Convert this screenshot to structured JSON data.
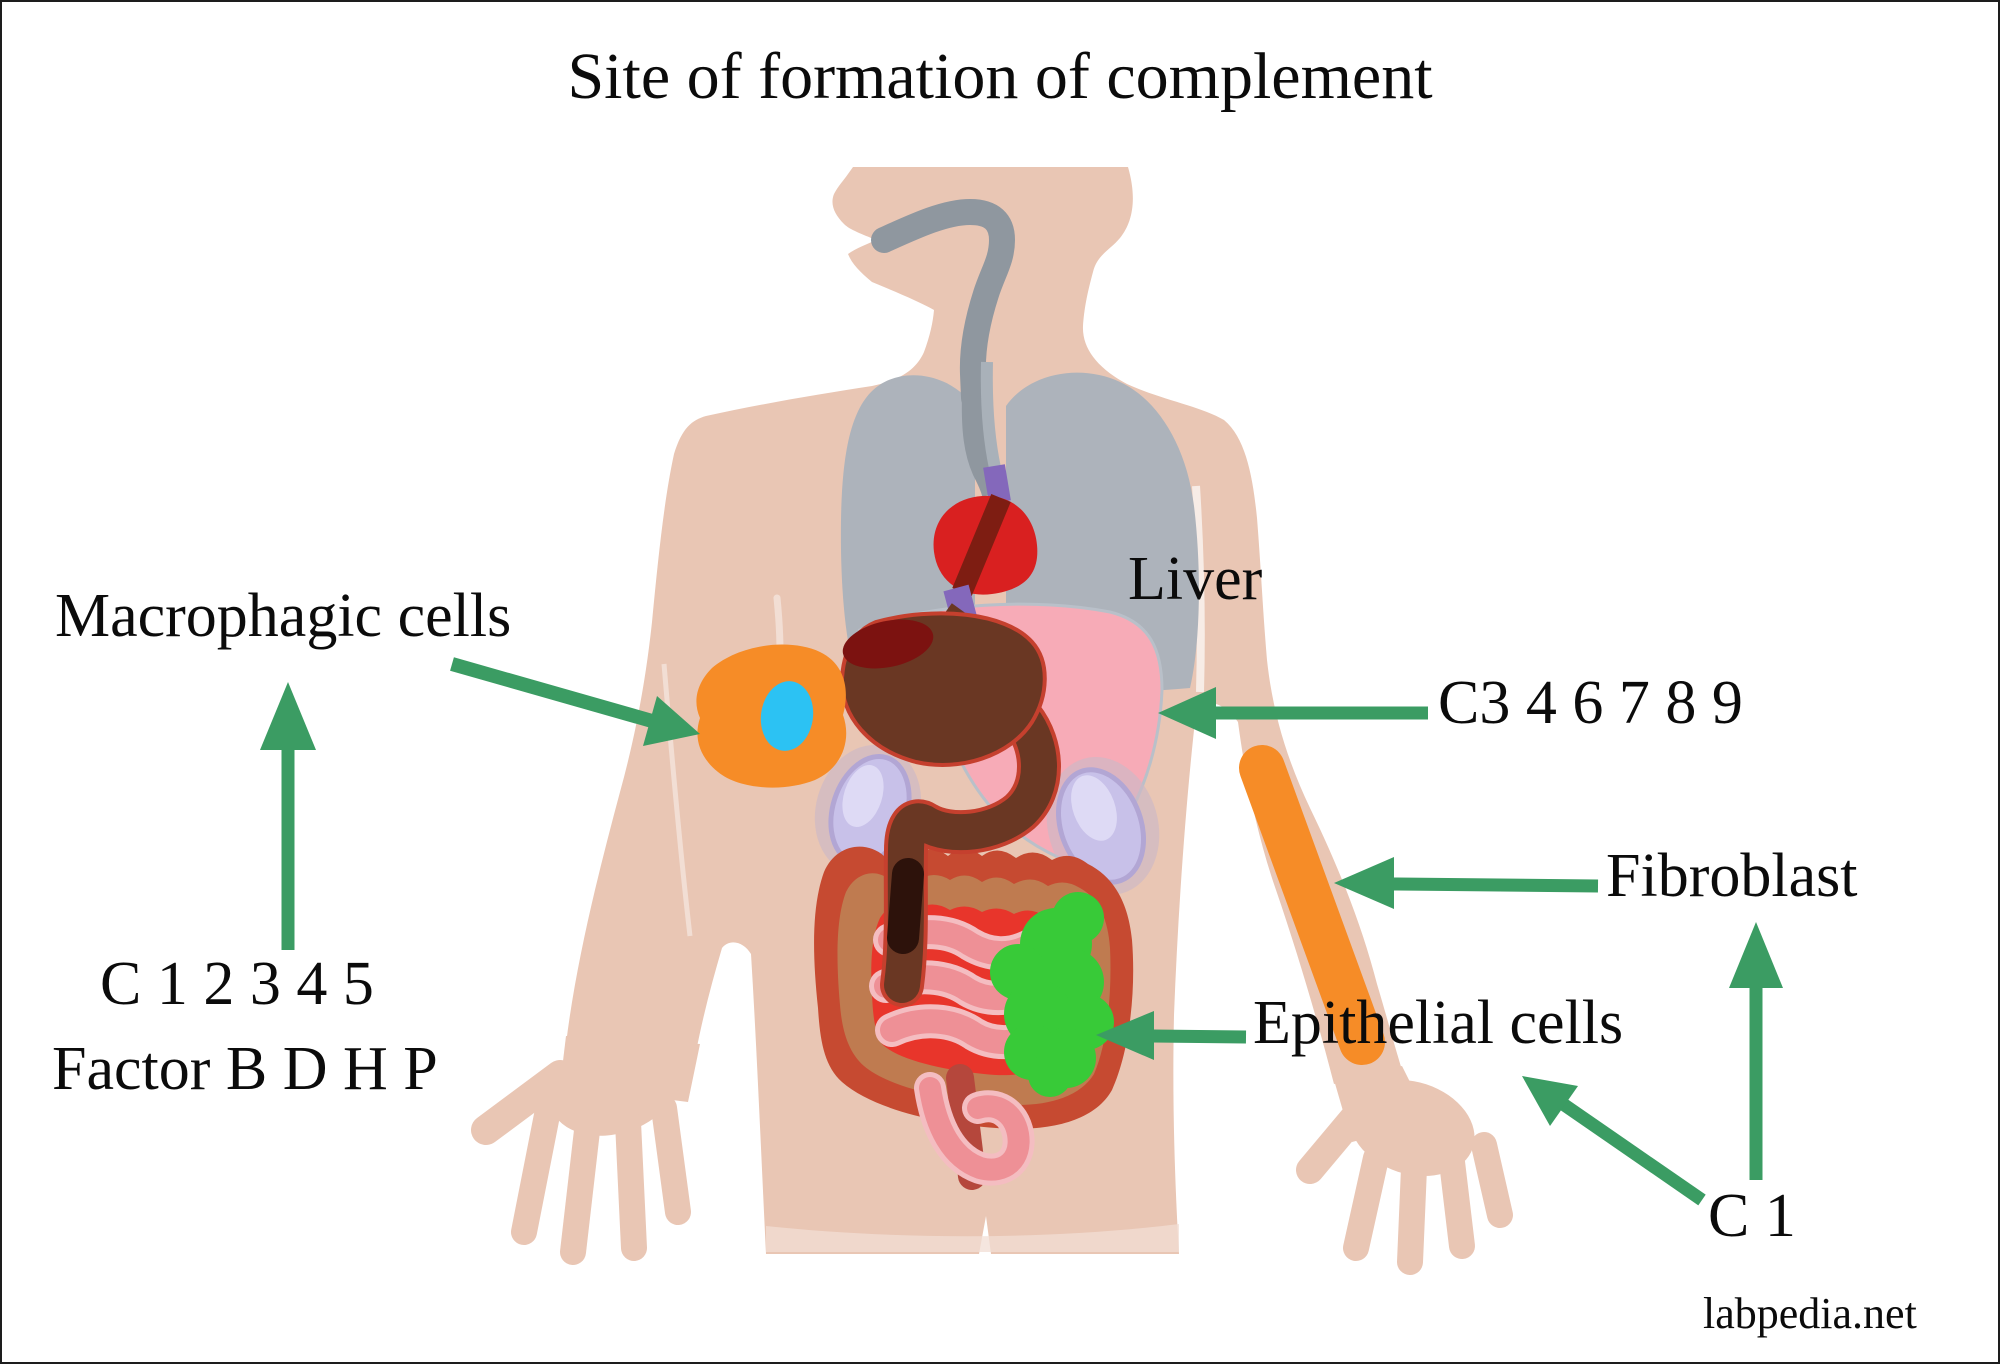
{
  "title": "Site of formation of complement",
  "watermark": "labpedia.net",
  "labels": {
    "macrophagic": "Macrophagic cells",
    "macrophagic_products_line1": "C 1 2 3 4 5",
    "macrophagic_products_line2": "Factor B D H P",
    "liver": "Liver",
    "liver_products": "C3 4 6 7 8 9",
    "fibroblast": "Fibroblast",
    "epithelial": "Epithelial cells",
    "c1_product": "C 1"
  },
  "relations": [
    {
      "site": "Macrophagic cells",
      "produces": "C 1 2 3 4 5, Factor B D H P"
    },
    {
      "site": "Liver",
      "produces": "C3 4 6 7 8 9"
    },
    {
      "site": "Fibroblast",
      "produces": "C 1"
    },
    {
      "site": "Epithelial cells",
      "produces": "C 1"
    }
  ],
  "colors": {
    "skin": "#e9c6b4",
    "skinshadow": "#f2ded4",
    "lung": "#adb3bb",
    "esophagus": "#8f979f",
    "trachea": "#a9b1b9",
    "heart": "#d92020",
    "heartstripe": "#7e1d12",
    "purple": "#8468bb",
    "liver": "#f7abb7",
    "stomach": "#6a3723",
    "fundus": "#7c1210",
    "stomachline": "#c5402e",
    "duodark": "#2d120b",
    "kidney": "#c8c1e9",
    "kidneyline": "#b2a6d4",
    "kidneyhi": "#dedaf5",
    "kidneyhalo": "#cdb8c6",
    "colonouter": "#c64a31",
    "colontan": "#bf7b50",
    "colonred": "#e8352b",
    "looppink": "#ee9096",
    "looppinkhi": "#f4bdc1",
    "looptongue": "#b5473c",
    "cellgreen": "#38ca38",
    "cellorange": "#f68c27",
    "nucleuscyan": "#2cc2f3",
    "arrow": "#3b9c63"
  }
}
